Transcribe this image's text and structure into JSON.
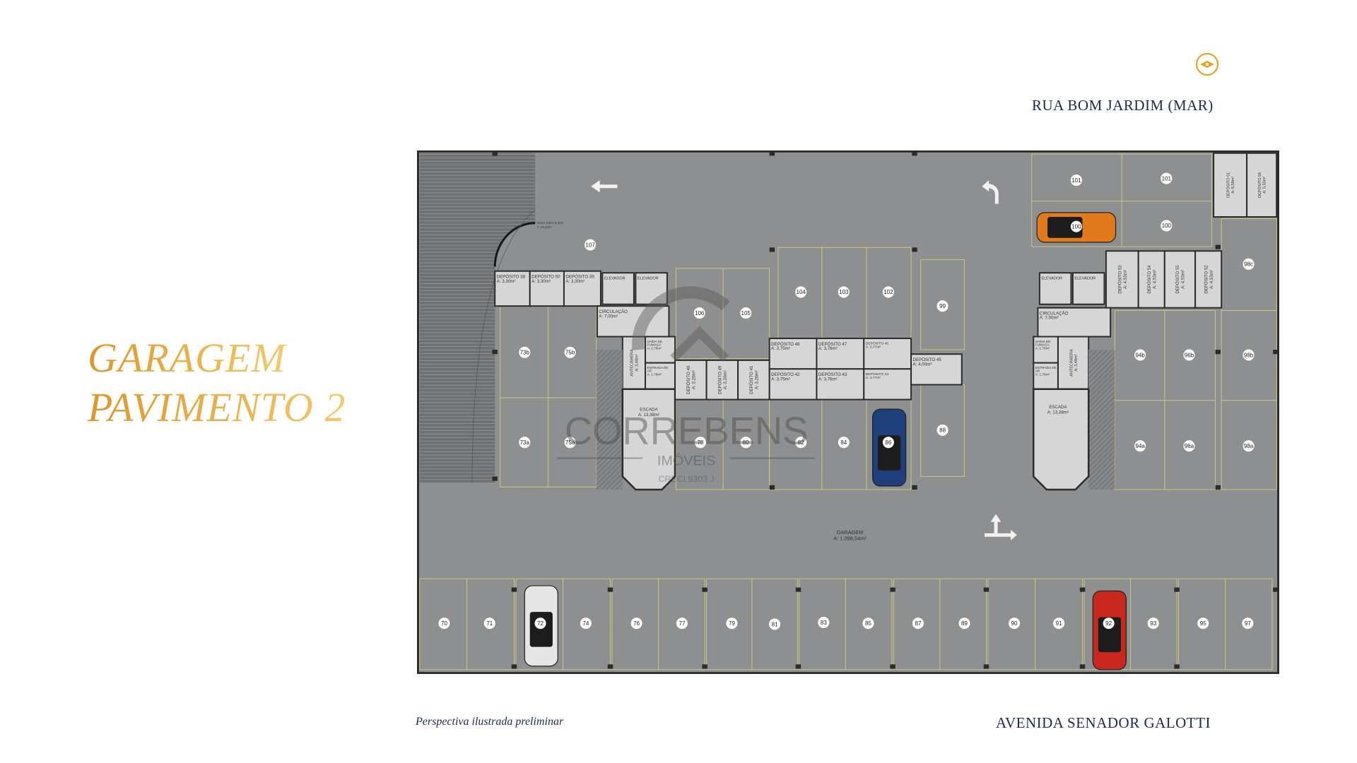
{
  "title": {
    "line1": "GARAGEM",
    "line2": "PAVIMENTO 2"
  },
  "header": {
    "street_top": "RUA BOM JARDIM (MAR)",
    "street_bottom": "AVENIDA SENADOR GALOTTI",
    "caption": "Perspectiva ilustrada preliminar"
  },
  "compass": {
    "icon": "north-compass-icon",
    "color": "#e0a62a"
  },
  "colors": {
    "title_gold": "#e3a63a",
    "navy": "#1e2a4a",
    "floor": "#8e8f90",
    "wall": "#2b2b2b",
    "room": "#d6d6d6",
    "space_line": "#d6cf7a"
  },
  "plan": {
    "garage_label": "GARAGEM",
    "garage_area": "A: 1.098,54m²",
    "ramp_vaga": "VAGA 2,50 x 9,42m",
    "ramp_vaga_area": "A: 23,10m²",
    "spaces": [
      "70",
      "71",
      "72",
      "74",
      "76",
      "77",
      "79",
      "81",
      "83",
      "85",
      "87",
      "89",
      "90",
      "91",
      "92",
      "93",
      "95",
      "97",
      "101",
      "101",
      "100",
      "100",
      "98c",
      "98b",
      "98a",
      "94b",
      "96b",
      "94a",
      "96a",
      "107",
      "106",
      "105",
      "104",
      "103",
      "102",
      "99",
      "88",
      "73b",
      "75b",
      "73a",
      "75a",
      "78",
      "80",
      "82",
      "84",
      "86"
    ],
    "deposits": [
      {
        "name": "DEPÓSITO 38",
        "area": "A: 3,30m²"
      },
      {
        "name": "DEPÓSITO 50",
        "area": "A: 3,30m²"
      },
      {
        "name": "DEPÓSITO 39",
        "area": "A: 3,30m²"
      },
      {
        "name": "DEPÓSITO 40",
        "area": "A: 3,20m²"
      },
      {
        "name": "DEPÓSITO 49",
        "area": "A: 3,20m²"
      },
      {
        "name": "DEPÓSITO 41",
        "area": "A: 3,20m²"
      },
      {
        "name": "DEPÓSITO 48",
        "area": "A: 3,75m²"
      },
      {
        "name": "DEPÓSITO 47",
        "area": "A: 3,76m²"
      },
      {
        "name": "DEPÓSITO 46",
        "area": "A: 3,77m²"
      },
      {
        "name": "DEPÓSITO 42",
        "area": "A: 3,75m²"
      },
      {
        "name": "DEPÓSITO 43",
        "area": "A: 3,76m²"
      },
      {
        "name": "DEPÓSITO 44",
        "area": "A: 3,77m²"
      },
      {
        "name": "DEPÓSITO 45",
        "area": "A: 4,00m²"
      },
      {
        "name": "DEPÓSITO 53",
        "area": "A: 4,53m²"
      },
      {
        "name": "DEPÓSITO 54",
        "area": "A: 4,53m²"
      },
      {
        "name": "DEPÓSITO 55",
        "area": "A: 4,53m²"
      },
      {
        "name": "DEPÓSITO 52",
        "area": "A: 4,53m²"
      },
      {
        "name": "DEPÓSITO 51",
        "area": "A: 6,59m²"
      },
      {
        "name": "DEPÓSITO 56",
        "area": "A: 5,50m²"
      }
    ],
    "rooms": [
      {
        "name": "ELEVADOR",
        "area": ""
      },
      {
        "name": "ELEVADOR",
        "area": ""
      },
      {
        "name": "CIRCULAÇÃO",
        "area": "A: 7,00m²"
      },
      {
        "name": "ANTECÂMERA",
        "area": "A: 3,48m²"
      },
      {
        "name": "SAÍDA DE FUMAÇA",
        "area": "A: 1,78m²"
      },
      {
        "name": "ENTRADA DE AR",
        "area": "A: 1,78m²"
      },
      {
        "name": "ESCADA",
        "area": "A: 13,38m²"
      },
      {
        "name": "ELEVADOR",
        "area": ""
      },
      {
        "name": "ELEVADOR",
        "area": ""
      },
      {
        "name": "CIRCULAÇÃO",
        "area": "A: 7,00m²"
      },
      {
        "name": "ANTECÂMERA",
        "area": "A: 3,48m²"
      },
      {
        "name": "SAÍDA DE FUMAÇA",
        "area": "A: 1,78m²"
      },
      {
        "name": "ENTRADA DE AR",
        "area": "A: 1,78m²"
      },
      {
        "name": "ESCADA",
        "area": "A: 13,38m²"
      }
    ],
    "cars": [
      {
        "color": "#e07a1c"
      },
      {
        "color": "#1f3f7a"
      },
      {
        "color": "#e6e6e6"
      },
      {
        "color": "#c8281e"
      }
    ]
  },
  "watermark": {
    "brand": "CORREBENS",
    "sub": "IMÓVEIS",
    "creci": "CRECI 9303 J"
  }
}
